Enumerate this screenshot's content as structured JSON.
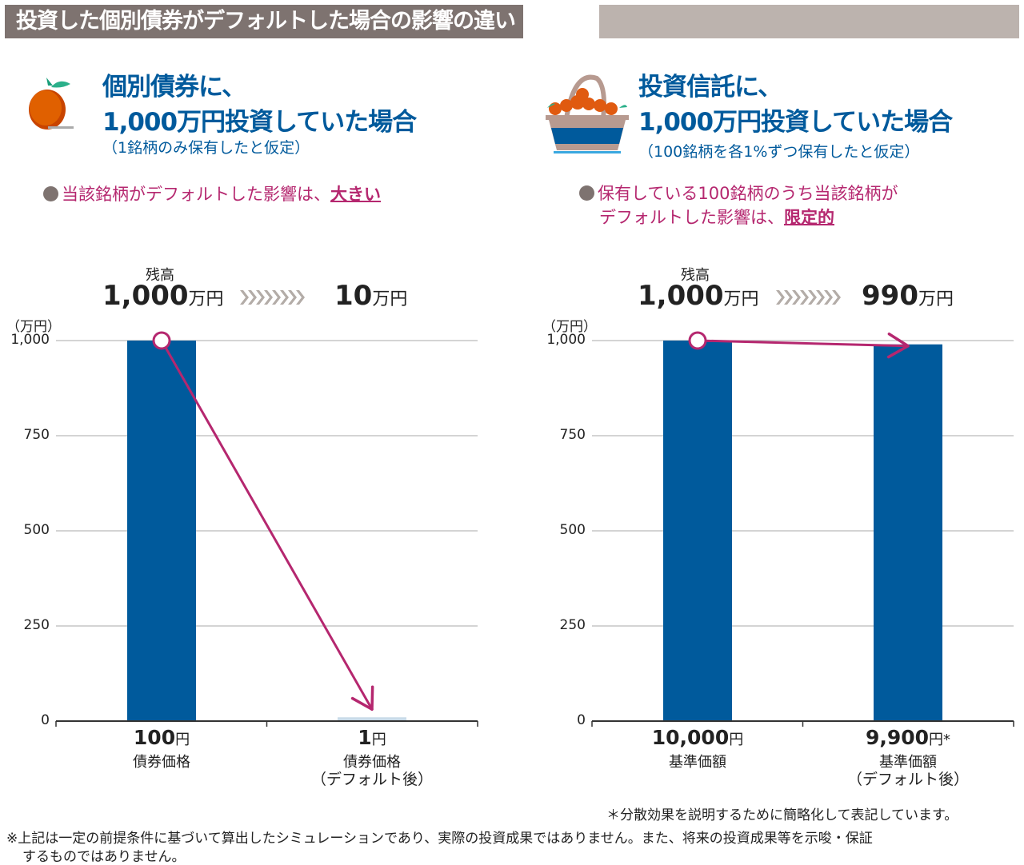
{
  "header": {
    "title": "投資した個別債券がデフォルトした場合の影響の違い"
  },
  "colors": {
    "bar": "#005a9c",
    "bar_default": "#c9dbe8",
    "arrow": "#b5276f",
    "header": "#7e7370",
    "chevron": "#b3aca7"
  },
  "left": {
    "icon": "orange-icon",
    "title1": "個別債券に、",
    "title2": "1,000万円投資していた場合",
    "subtitle": "（1銘柄のみ保有したと仮定）",
    "point": "当該銘柄がデフォルトした影響は、",
    "point_emph": "大きい",
    "balance_label": "残高",
    "from_value": "1,000",
    "from_unit": "万円",
    "to_value": "10",
    "to_unit": "万円"
  },
  "right": {
    "icon": "basket-icon",
    "title1": "投資信託に、",
    "title2": "1,000万円投資していた場合",
    "subtitle": "（100銘柄を各1%ずつ保有したと仮定）",
    "point1": "保有している100銘柄のうち当該銘柄が",
    "point2": "デフォルトした影響は、",
    "point_emph": "限定的",
    "balance_label": "残高",
    "from_value": "1,000",
    "from_unit": "万円",
    "to_value": "990",
    "to_unit": "万円"
  },
  "chart_data": [
    {
      "type": "bar",
      "ylabel": "（万円）",
      "ylim": [
        0,
        1000
      ],
      "yticks": [
        "0",
        "250",
        "500",
        "750",
        "1,000"
      ],
      "grid": true,
      "categories": [
        {
          "value": "100",
          "unit": "円",
          "label": "債券価格",
          "label2": ""
        },
        {
          "value": "1",
          "unit": "円",
          "label": "債券価格",
          "label2": "（デフォルト後）"
        }
      ],
      "values": [
        1000,
        10
      ]
    },
    {
      "type": "bar",
      "ylabel": "（万円）",
      "ylim": [
        0,
        1000
      ],
      "yticks": [
        "0",
        "250",
        "500",
        "750",
        "1,000"
      ],
      "grid": true,
      "categories": [
        {
          "value": "10,000",
          "unit": "円",
          "label": "基準価額",
          "label2": ""
        },
        {
          "value": "9,900",
          "unit": "円*",
          "label": "基準価額",
          "label2": "（デフォルト後）"
        }
      ],
      "values": [
        1000,
        990
      ]
    }
  ],
  "notes": {
    "asterisk": "＊分散効果を説明するために簡略化して表記しています。",
    "disclaimer1": "※上記は一定の前提条件に基づいて算出したシミュレーションであり、実際の投資成果ではありません。また、将来の投資成果等を示唆・保証",
    "disclaimer2": "するものではありません。"
  }
}
